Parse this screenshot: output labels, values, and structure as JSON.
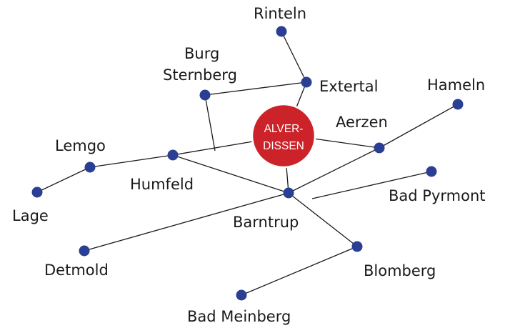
{
  "colors": {
    "node": "#2a3e93",
    "edge": "#1a1a1a",
    "center_fill": "#cc2229",
    "center_text": "#ffffff"
  },
  "center": {
    "line1": "ALVER-",
    "line2": "DISSEN"
  },
  "nodes": {
    "rinteln": {
      "label": "Rinteln"
    },
    "extertal": {
      "label": "Extertal"
    },
    "burg_sternberg": {
      "label_line1": "Burg",
      "label_line2": "Sternberg"
    },
    "hameln": {
      "label": "Hameln"
    },
    "aerzen": {
      "label": "Aerzen"
    },
    "lemgo": {
      "label": "Lemgo"
    },
    "humfeld": {
      "label": "Humfeld"
    },
    "lage": {
      "label": "Lage"
    },
    "barntrup": {
      "label": "Barntrup"
    },
    "bad_pyrmont": {
      "label": "Bad Pyrmont"
    },
    "detmold": {
      "label": "Detmold"
    },
    "blomberg": {
      "label": "Blomberg"
    },
    "bad_meinberg": {
      "label": "Bad Meinberg"
    }
  }
}
